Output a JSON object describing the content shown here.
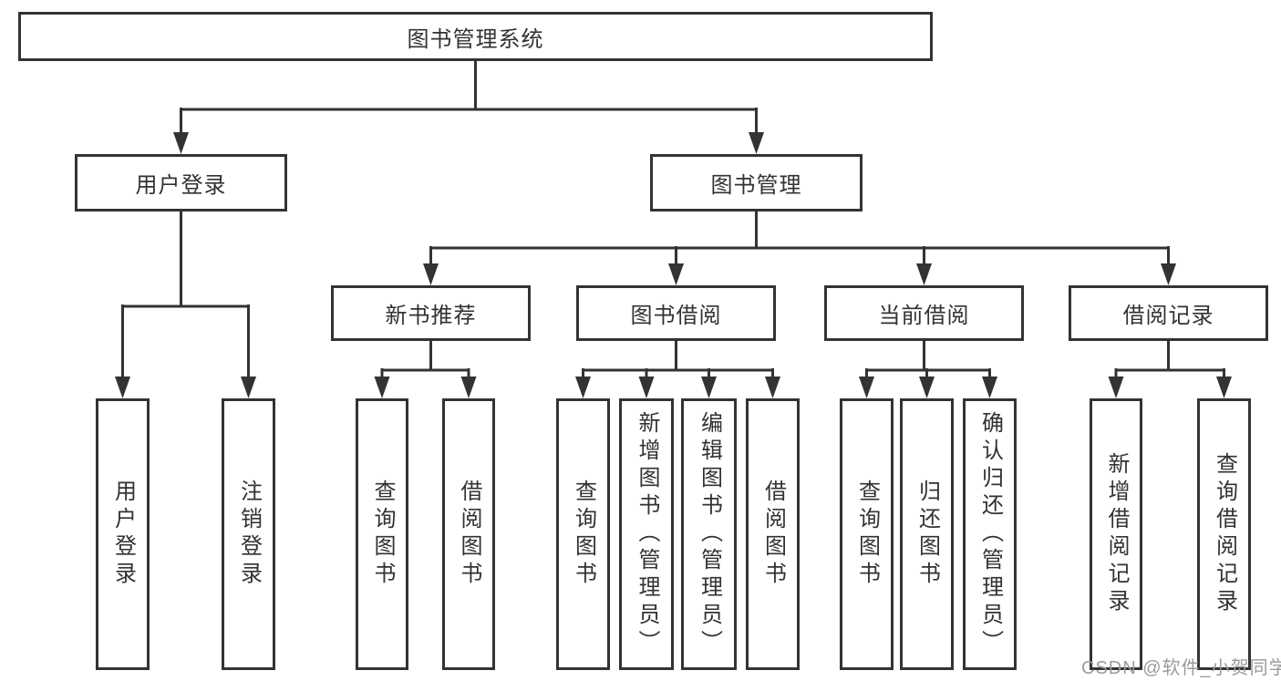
{
  "tree": {
    "label": "图书管理系统",
    "children": [
      {
        "label": "用户登录",
        "children": [
          {
            "label": "用户登录"
          },
          {
            "label": "注销登录"
          }
        ]
      },
      {
        "label": "图书管理",
        "children": [
          {
            "label": "新书推荐",
            "children": [
              {
                "label": "查询图书"
              },
              {
                "label": "借阅图书"
              }
            ]
          },
          {
            "label": "图书借阅",
            "children": [
              {
                "label": "查询图书"
              },
              {
                "label": "新增图书（管理员）"
              },
              {
                "label": "编辑图书（管理员）"
              },
              {
                "label": "借阅图书"
              }
            ]
          },
          {
            "label": "当前借阅",
            "children": [
              {
                "label": "查询图书"
              },
              {
                "label": "归还图书"
              },
              {
                "label": "确认归还（管理员）"
              }
            ]
          },
          {
            "label": "借阅记录",
            "children": [
              {
                "label": "新增借阅记录"
              },
              {
                "label": "查询借阅记录"
              }
            ]
          }
        ]
      }
    ]
  },
  "watermark": {
    "text": "CSDN @软件_小贺同学"
  },
  "colors": {
    "line": "#333333",
    "box_border": "#333333",
    "text": "#323232",
    "watermark": "#9b9b9b",
    "background": "#ffffff"
  }
}
